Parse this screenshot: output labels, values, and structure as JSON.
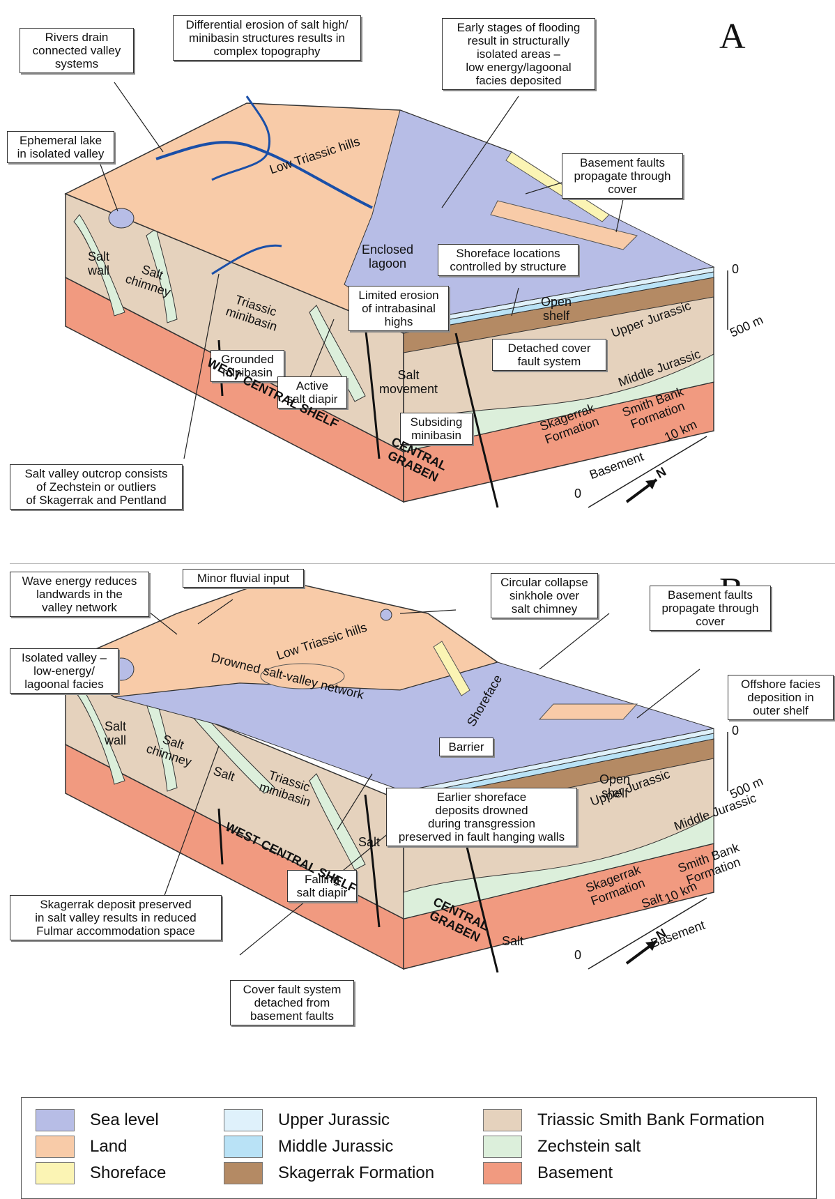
{
  "panel_a": {
    "letter": "A",
    "callouts": {
      "rivers": "Rivers drain\nconnected valley\nsystems",
      "differential": "Differential erosion of salt high/\nminibasin structures results in\ncomplex topography",
      "flooding": "Early stages of flooding\nresult in structurally\nisolated areas –\nlow energy/lagoonal\nfacies deposited",
      "ephemeral": "Ephemeral lake\nin isolated valley",
      "basement_faults": "Basement faults\npropagate through\ncover",
      "shoreface_locations": "Shoreface locations\ncontrolled by structure",
      "limited_erosion": "Limited erosion\nof intrabasinal\nhighs",
      "detached": "Detached cover\nfault system",
      "grounded": "Grounded\nminibasin",
      "active_diapir": "Active\nsalt diapir",
      "subsiding": "Subsiding\nminibasin",
      "outcrop": "Salt valley outcrop consists\nof Zechstein or outliers\nof Skagerrak and Pentland"
    },
    "labels": {
      "hills": "Low Triassic hills",
      "lagoon": "Enclosed\nlagoon",
      "open_shelf": "Open\nshelf",
      "salt_wall": "Salt\nwall",
      "salt_chimney": "Salt\nchimney",
      "minibasin": "Triassic\nminibasin",
      "salt_movement": "Salt\nmovement",
      "upper_jurassic": "Upper Jurassic",
      "middle_jurassic": "Middle Jurassic",
      "skagerrak": "Skagerrak\nFormation",
      "smith_bank": "Smith Bank\nFormation",
      "basement": "Basement",
      "west_shelf": "WEST CENTRAL SHELF",
      "graben": "CENTRAL\nGRABEN",
      "depth_top": "0",
      "depth_bottom": "500 m",
      "scale_zero": "0",
      "scale_km": "10 km",
      "north": "N"
    }
  },
  "panel_b": {
    "letter": "B",
    "callouts": {
      "wave_energy": "Wave energy reduces\nlandwards in the\nvalley network",
      "minor_fluvial": "Minor fluvial input",
      "circular_collapse": "Circular collapse\nsinkhole over\nsalt chimney",
      "basement_faults": "Basement faults\npropagate through\ncover",
      "isolated_valley": "Isolated valley –\nlow-energy/\nlagoonal facies",
      "offshore": "Offshore facies\ndeposition in\nouter shelf",
      "barrier": "Barrier",
      "earlier_shoreface": "Earlier shoreface\ndeposits drowned\nduring transgression\npreserved in fault hanging walls",
      "falling_diapir": "Falling\nsalt diapir",
      "skagerrak_deposit": "Skagerrak deposit preserved\nin salt valley results in reduced\nFulmar accommodation space",
      "cover_fault": "Cover fault system\ndetached from\nbasement faults"
    },
    "labels": {
      "hills": "Low Triassic hills",
      "drowned": "Drowned salt-valley network",
      "shoreface": "Shoreface",
      "open_shelf": "Open\nshelf",
      "salt_wall": "Salt\nwall",
      "salt_chimney": "Salt\nchimney",
      "salt": "Salt",
      "minibasin": "Triassic\nminibasin",
      "salt_center": "Salt",
      "salt_graben": "Salt",
      "salt_right": "Salt",
      "upper_jurassic": "Upper Jurassic",
      "middle_jurassic": "Middle Jurassic",
      "skagerrak": "Skagerrak\nFormation",
      "smith_bank": "Smith Bank\nFormation",
      "basement": "Basement",
      "west_shelf": "WEST CENTRAL SHELF",
      "graben": "CENTRAL\nGRABEN",
      "depth_top": "0",
      "depth_bottom": "500 m",
      "scale_zero": "0",
      "scale_km": "10 km",
      "north": "N"
    }
  },
  "legend": [
    {
      "label": "Sea level",
      "color": "#b7bde6"
    },
    {
      "label": "Land",
      "color": "#f8cba8"
    },
    {
      "label": "Shoreface",
      "color": "#fbf4b4"
    },
    {
      "label": "Upper Jurassic",
      "color": "#dff1fb"
    },
    {
      "label": "Middle Jurassic",
      "color": "#b9e2f6"
    },
    {
      "label": "Skagerrak Formation",
      "color": "#b48a64"
    },
    {
      "label": "Triassic Smith Bank Formation",
      "color": "#e5d2bd"
    },
    {
      "label": "Zechstein salt",
      "color": "#dcefdb"
    },
    {
      "label": "Basement",
      "color": "#f19a80"
    }
  ]
}
